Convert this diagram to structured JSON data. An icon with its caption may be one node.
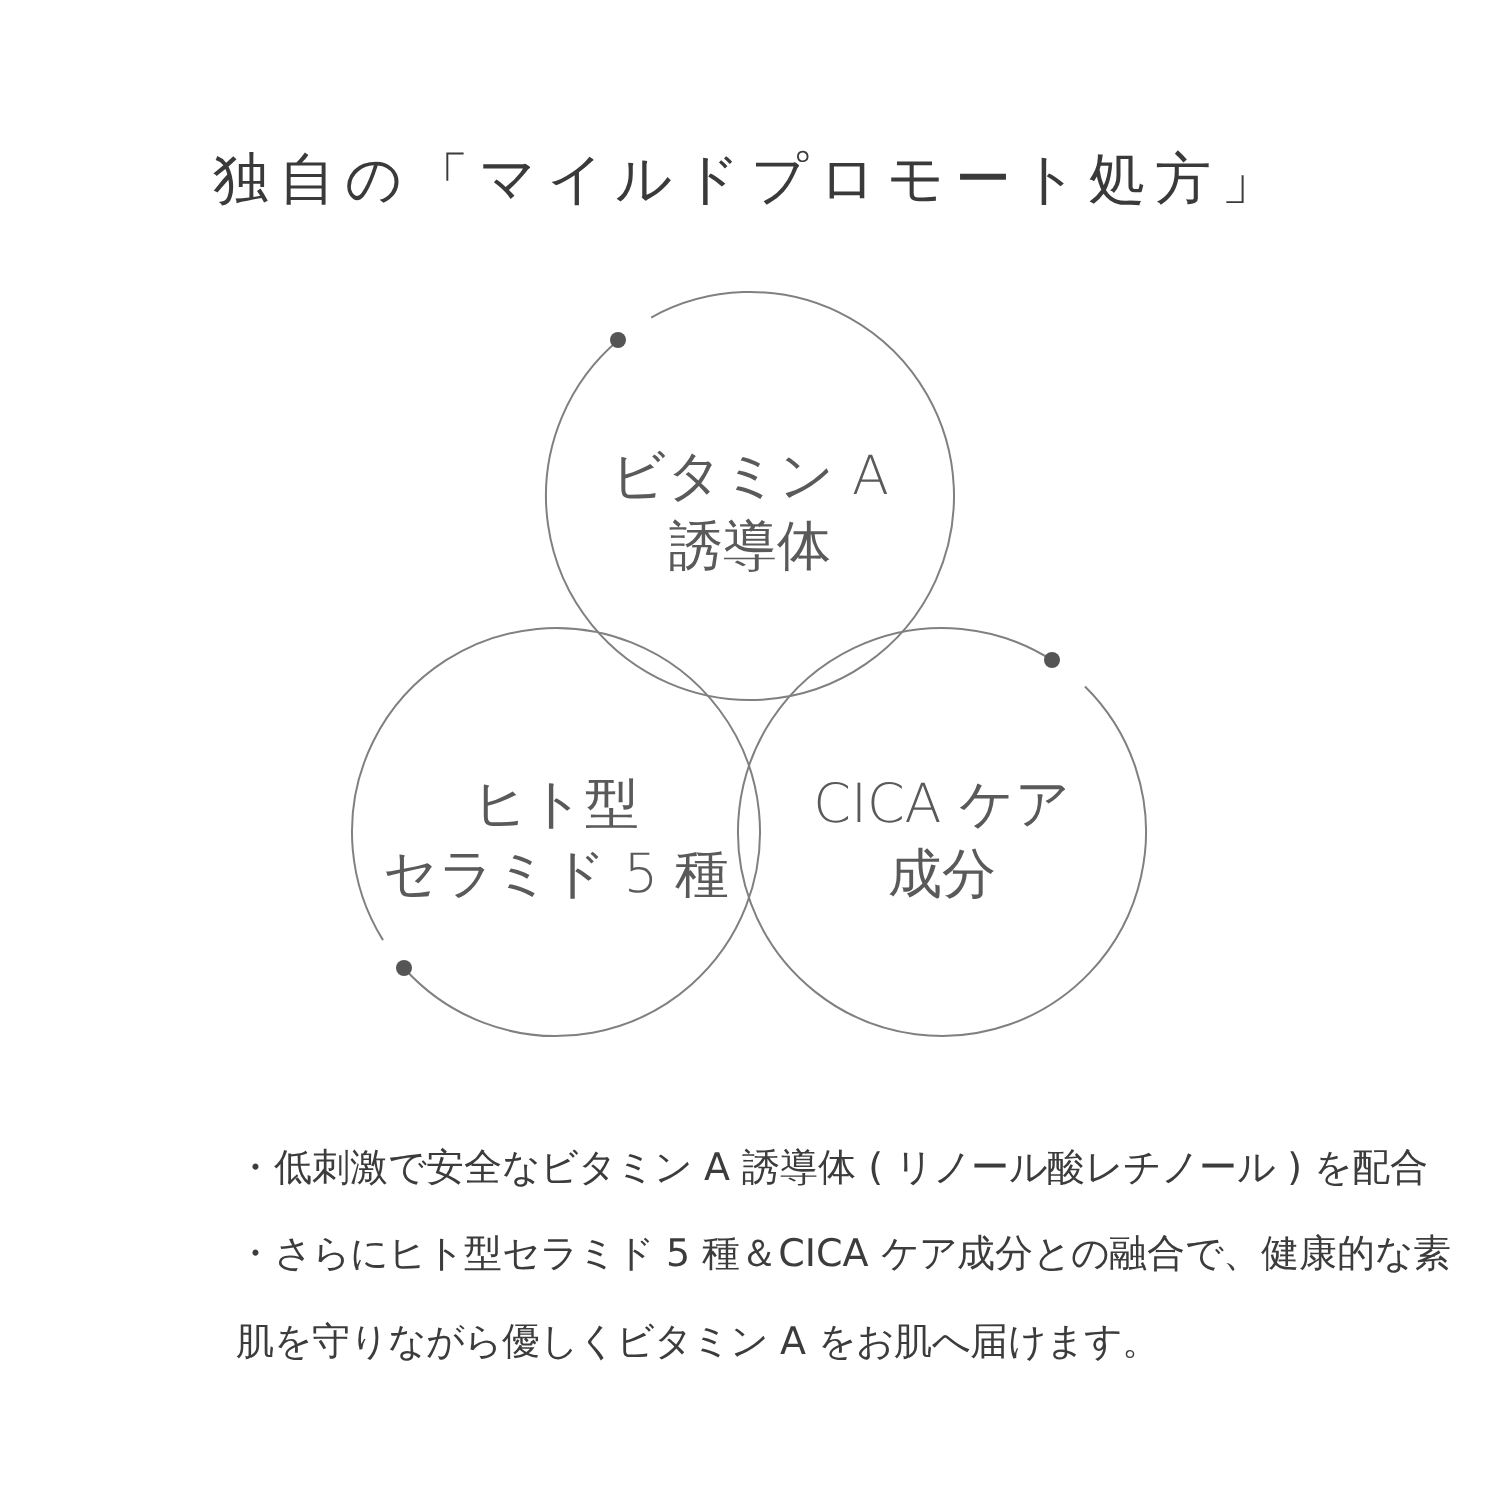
{
  "diagram": {
    "title": "独自の「マイルドプロモート処方」",
    "nodes": [
      {
        "text": [
          "ビタミン A誘導体"
        ]
      },
      {
        "text": [
          "ヒト型セラミド 5 種"
        ]
      },
      {
        "text": [
          "CICA ケア成分"
        ]
      }
    ],
    "labels": [
      "・低刺激で安全なビタミン A 誘導体 ( リノール酸レチノール ) を配合",
      "・さらにヒト型セラミド 5 種＆CICA ケア成分との融合で、健康的な素肌を守りながら優しくビタミン A をお肌へ届けます。"
    ]
  }
}
